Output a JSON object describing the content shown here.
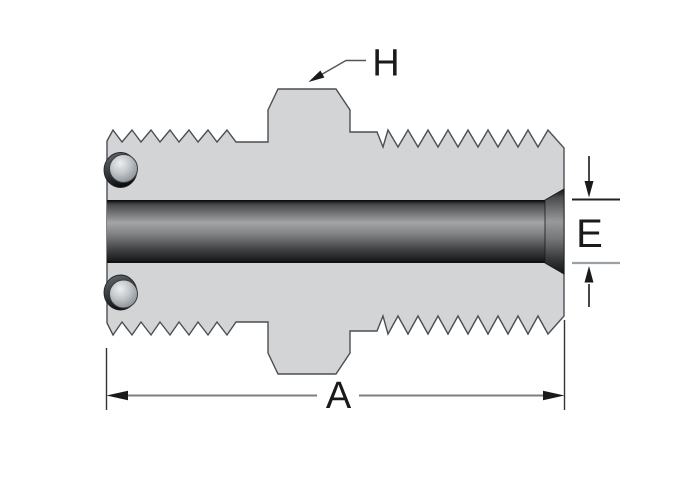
{
  "drawing": {
    "labels": {
      "hex_flats": "H",
      "orifice_diameter": "E",
      "overall_length": "A"
    },
    "colors": {
      "background": "#ffffff",
      "body_fill": "#d2d4d6",
      "outline": "#4b4f53",
      "dim_line_gray": "#7d7d7d",
      "ext_line_gray": "#9aa0a4",
      "ext_line_dark": "#333333",
      "leader_line": "#555555",
      "annotation_black": "#1a1a1a"
    }
  }
}
